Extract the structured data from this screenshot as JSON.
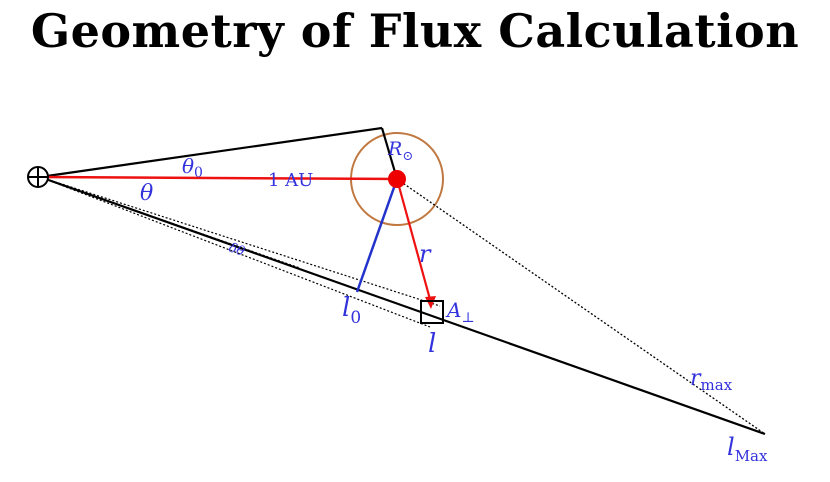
{
  "title": "Geometry of Flux Calculation",
  "colors": {
    "label": "#3333dd",
    "red_line": "#ee1111",
    "sun": "#ee0000",
    "sun_circle": "#c07840",
    "blue_line": "#2233cc",
    "black": "#000000"
  },
  "labels": {
    "theta0": "θ",
    "theta0_sub": "0",
    "au": "1 AU",
    "theta": "θ",
    "R": "R",
    "R_sub": "⊙",
    "r": "r",
    "l0": "l",
    "l0_sub": "0",
    "A": "A",
    "A_sub": "⊥",
    "l": "l",
    "rmax": "r",
    "rmax_sub": "max",
    "lmax": "l",
    "lmax_sub": "Max",
    "dtheta": "δθ"
  },
  "icons": {
    "earth": "earth-symbol-icon",
    "sun": "sun-dot-icon"
  }
}
